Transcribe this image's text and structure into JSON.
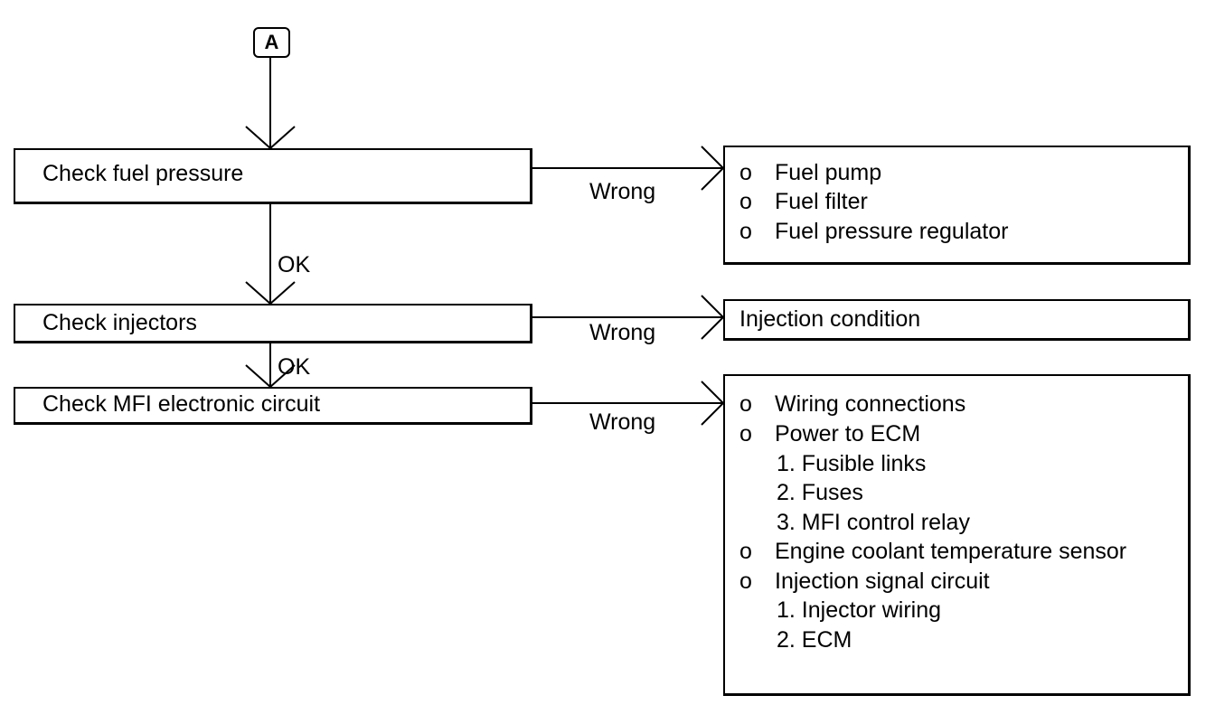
{
  "connector": {
    "label": "A"
  },
  "steps": [
    {
      "label": "Check fuel pressure"
    },
    {
      "label": "Check injectors"
    },
    {
      "label": "Check MFI electronic circuit"
    }
  ],
  "edges": {
    "ok_1": "OK",
    "ok_2": "OK",
    "wrong_1": "Wrong",
    "wrong_2": "Wrong",
    "wrong_3": "Wrong"
  },
  "bullet_glyph": "o",
  "results": {
    "fuel": {
      "items": [
        "Fuel pump",
        "Fuel filter",
        "Fuel pressure regulator"
      ]
    },
    "injectors": {
      "text": "Injection condition"
    },
    "circuit": {
      "items": [
        {
          "text": "Wiring connections",
          "bullet": true
        },
        {
          "text": "Power to ECM",
          "bullet": true
        },
        {
          "text": "1. Fusible links",
          "bullet": false
        },
        {
          "text": "2. Fuses",
          "bullet": false
        },
        {
          "text": "3. MFI control relay",
          "bullet": false
        },
        {
          "text": "Engine coolant temperature sensor",
          "bullet": true
        },
        {
          "text": "Injection signal circuit",
          "bullet": true
        },
        {
          "text": "1. Injector wiring",
          "bullet": false
        },
        {
          "text": "2. ECM",
          "bullet": false
        }
      ]
    }
  }
}
